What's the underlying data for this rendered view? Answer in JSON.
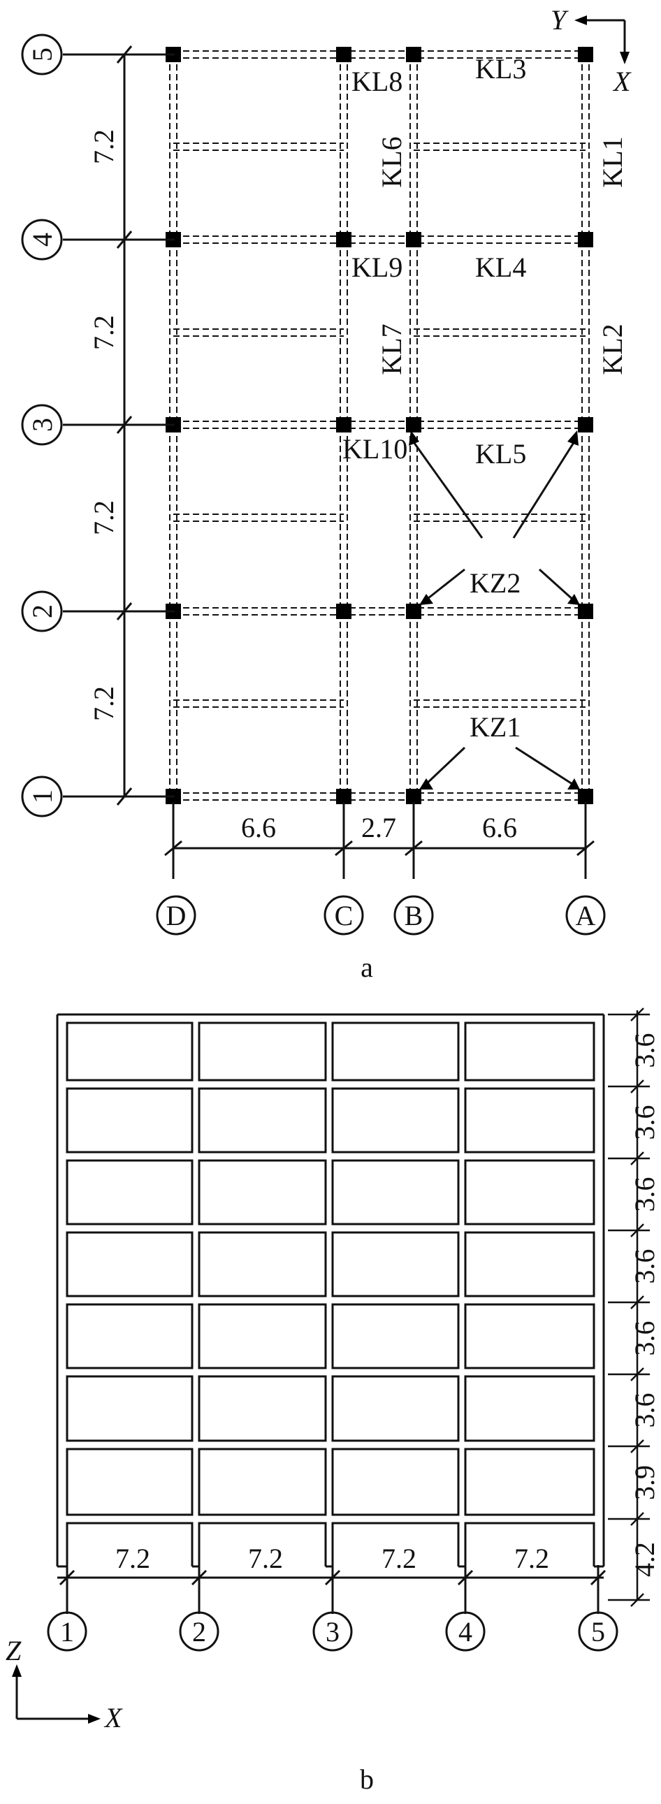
{
  "plan": {
    "caption": "a",
    "row_labels": [
      "5",
      "4",
      "3",
      "2",
      "1"
    ],
    "row_spacing_labels": [
      "7.2",
      "7.2",
      "7.2",
      "7.2"
    ],
    "col_labels": [
      "D",
      "C",
      "B",
      "A"
    ],
    "col_spacing_labels": [
      "6.6",
      "2.7",
      "6.6"
    ],
    "beam_labels": {
      "kl1": "KL1",
      "kl2": "KL2",
      "kl3": "KL3",
      "kl4": "KL4",
      "kl5": "KL5",
      "kl6": "KL6",
      "kl7": "KL7",
      "kl8": "KL8",
      "kl9": "KL9",
      "kl10": "KL10"
    },
    "column_labels": {
      "kz1": "KZ1",
      "kz2": "KZ2"
    },
    "axis_y": "Y",
    "axis_x": "X"
  },
  "elevation": {
    "caption": "b",
    "bay_labels": [
      "1",
      "2",
      "3",
      "4",
      "5"
    ],
    "bay_spacing_labels": [
      "7.2",
      "7.2",
      "7.2",
      "7.2"
    ],
    "storey_heights_top_down": [
      "3.6",
      "3.6",
      "3.6",
      "3.6",
      "3.6",
      "3.6",
      "3.9",
      "4.2"
    ],
    "axis_z": "Z",
    "axis_x": "X"
  }
}
